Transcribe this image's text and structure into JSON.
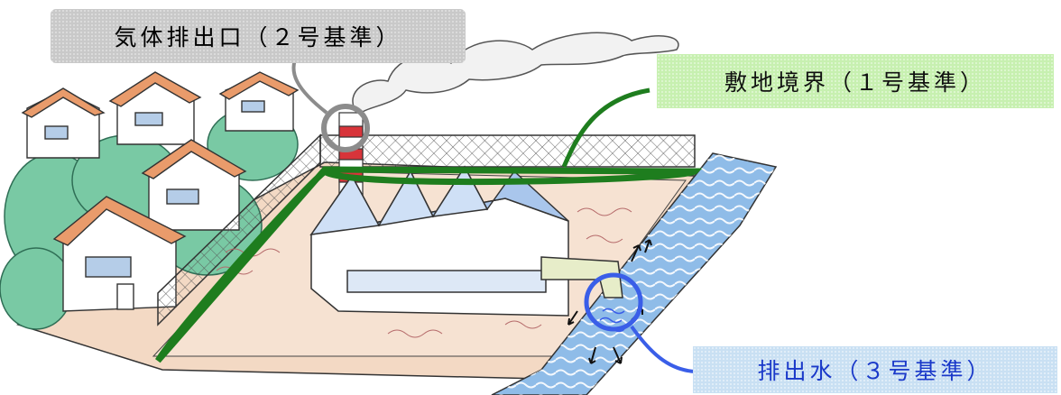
{
  "labels": {
    "gas_outlet": "気体排出口（２号基準）",
    "site_boundary": "敷地境界（１号基準）",
    "wastewater": "排出水（３号基準）"
  },
  "colors": {
    "gas_outlet_bg": "#c9c9c9",
    "site_boundary_bg": "#c7f0b0",
    "wastewater_bg": "#c9e0f3",
    "wastewater_text": "#1a39c9",
    "gas_marker": "#8c8c8c",
    "boundary_marker": "#1e7d1e",
    "water_marker": "#3a5ee8"
  }
}
